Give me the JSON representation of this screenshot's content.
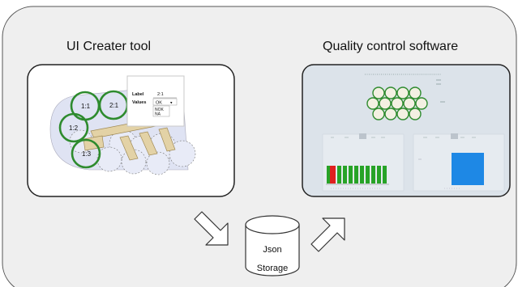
{
  "left_panel": {
    "title": "UI Creater tool",
    "nodes": [
      "1:1",
      "2:1",
      "1:2",
      "1:3"
    ],
    "popup": {
      "label_key": "Label",
      "label_value": "2:1",
      "values_key": "Values",
      "selected_value": "OK",
      "options": [
        "NOK",
        "NA"
      ]
    }
  },
  "right_panel": {
    "title": "Quality control software"
  },
  "storage": {
    "line1": "Json",
    "line2": "Storage"
  },
  "colors": {
    "frame_fill": "#efefef",
    "node_ring": "#2e8b2e",
    "qc_bg": "#dce3ea",
    "bar_green": "#27a327",
    "bar_red": "#e02020",
    "heat_blue": "#1e88e5"
  }
}
